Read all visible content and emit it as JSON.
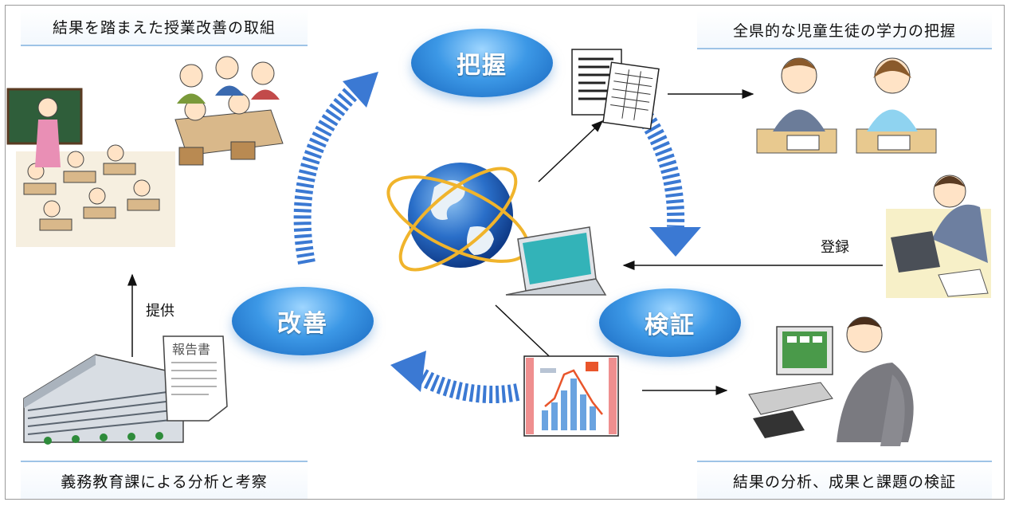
{
  "titles": {
    "top_left": "結果を踏まえた授業改善の取組",
    "top_right": "全県的な児童生徒の学力の把握",
    "bottom_left": "義務教育課による分析と考察",
    "bottom_right": "結果の分析、成果と課題の検証"
  },
  "cycle": {
    "top": "把握",
    "right": "検証",
    "left": "改善"
  },
  "labels": {
    "register": "登録",
    "provide": "提供",
    "report": "報告書"
  },
  "colors": {
    "ellipse_blue": "#2f86d8",
    "arrow_blue": "#3b79d3",
    "title_line": "#9ec3e6"
  }
}
